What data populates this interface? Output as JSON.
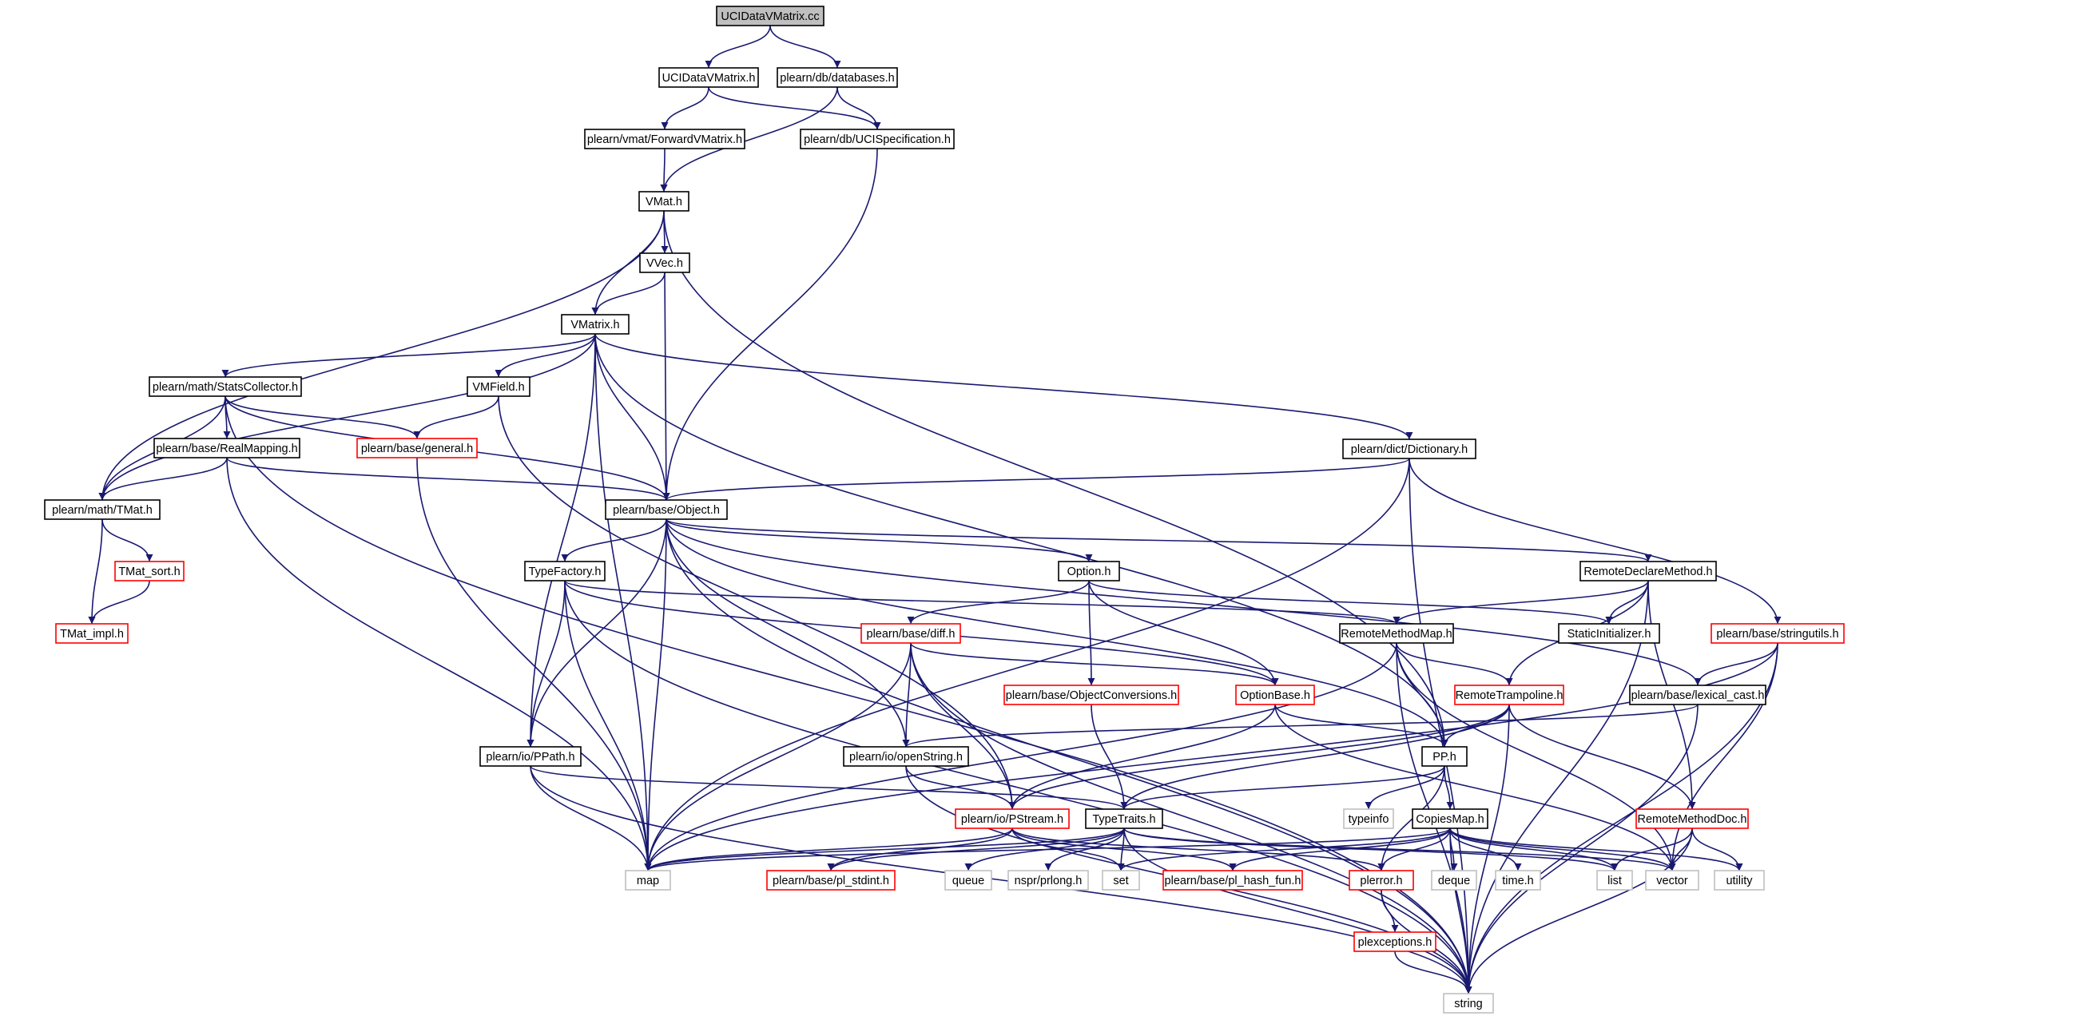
{
  "colors": {
    "edge": "#191970",
    "normal_border": "#000000",
    "truncated_border": "#ff0000",
    "external_border": "#bfbfbf",
    "root_fill": "#bfbfbf",
    "external_text": "#000000"
  },
  "graph": {
    "nodes": [
      {
        "id": "UCIDataVMatrix.cc",
        "label": "UCIDataVMatrix.cc",
        "kind": "root"
      },
      {
        "id": "UCIDataVMatrix.h",
        "label": "UCIDataVMatrix.h",
        "kind": "normal"
      },
      {
        "id": "plearn/db/databases.h",
        "label": "plearn/db/databases.h",
        "kind": "normal"
      },
      {
        "id": "plearn/vmat/ForwardVMatrix.h",
        "label": "plearn/vmat/ForwardVMatrix.h",
        "kind": "normal"
      },
      {
        "id": "plearn/db/UCISpecification.h",
        "label": "plearn/db/UCISpecification.h",
        "kind": "normal"
      },
      {
        "id": "VMat.h",
        "label": "VMat.h",
        "kind": "normal"
      },
      {
        "id": "VVec.h",
        "label": "VVec.h",
        "kind": "normal"
      },
      {
        "id": "VMatrix.h",
        "label": "VMatrix.h",
        "kind": "normal"
      },
      {
        "id": "plearn/math/StatsCollector.h",
        "label": "plearn/math/StatsCollector.h",
        "kind": "normal"
      },
      {
        "id": "VMField.h",
        "label": "VMField.h",
        "kind": "normal"
      },
      {
        "id": "plearn/base/general.h",
        "label": "plearn/base/general.h",
        "kind": "truncated"
      },
      {
        "id": "plearn/dict/Dictionary.h",
        "label": "plearn/dict/Dictionary.h",
        "kind": "normal"
      },
      {
        "id": "plearn/base/RealMapping.h",
        "label": "plearn/base/RealMapping.h",
        "kind": "normal"
      },
      {
        "id": "plearn/math/TMat.h",
        "label": "plearn/math/TMat.h",
        "kind": "normal"
      },
      {
        "id": "plearn/base/Object.h",
        "label": "plearn/base/Object.h",
        "kind": "normal"
      },
      {
        "id": "TMat_sort.h",
        "label": "TMat_sort.h",
        "kind": "truncated"
      },
      {
        "id": "TMat_impl.h",
        "label": "TMat_impl.h",
        "kind": "truncated"
      },
      {
        "id": "TypeFactory.h",
        "label": "TypeFactory.h",
        "kind": "normal"
      },
      {
        "id": "Option.h",
        "label": "Option.h",
        "kind": "normal"
      },
      {
        "id": "RemoteDeclareMethod.h",
        "label": "RemoteDeclareMethod.h",
        "kind": "normal"
      },
      {
        "id": "plearn/base/diff.h",
        "label": "plearn/base/diff.h",
        "kind": "truncated"
      },
      {
        "id": "RemoteMethodMap.h",
        "label": "RemoteMethodMap.h",
        "kind": "normal"
      },
      {
        "id": "StaticInitializer.h",
        "label": "StaticInitializer.h",
        "kind": "normal"
      },
      {
        "id": "plearn/base/stringutils.h",
        "label": "plearn/base/stringutils.h",
        "kind": "truncated"
      },
      {
        "id": "plearn/base/ObjectConversions.h",
        "label": "plearn/base/ObjectConversions.h",
        "kind": "truncated"
      },
      {
        "id": "OptionBase.h",
        "label": "OptionBase.h",
        "kind": "truncated"
      },
      {
        "id": "RemoteTrampoline.h",
        "label": "RemoteTrampoline.h",
        "kind": "truncated"
      },
      {
        "id": "plearn/base/lexical_cast.h",
        "label": "plearn/base/lexical_cast.h",
        "kind": "normal"
      },
      {
        "id": "plearn/io/PPath.h",
        "label": "plearn/io/PPath.h",
        "kind": "normal"
      },
      {
        "id": "plearn/io/openString.h",
        "label": "plearn/io/openString.h",
        "kind": "normal"
      },
      {
        "id": "PP.h",
        "label": "PP.h",
        "kind": "normal"
      },
      {
        "id": "plearn/io/PStream.h",
        "label": "plearn/io/PStream.h",
        "kind": "truncated"
      },
      {
        "id": "TypeTraits.h",
        "label": "TypeTraits.h",
        "kind": "normal"
      },
      {
        "id": "typeinfo",
        "label": "typeinfo",
        "kind": "external"
      },
      {
        "id": "CopiesMap.h",
        "label": "CopiesMap.h",
        "kind": "normal"
      },
      {
        "id": "RemoteMethodDoc.h",
        "label": "RemoteMethodDoc.h",
        "kind": "truncated"
      },
      {
        "id": "map",
        "label": "map",
        "kind": "external"
      },
      {
        "id": "plearn/base/pl_stdint.h",
        "label": "plearn/base/pl_stdint.h",
        "kind": "truncated"
      },
      {
        "id": "queue",
        "label": "queue",
        "kind": "external"
      },
      {
        "id": "nspr/prlong.h",
        "label": "nspr/prlong.h",
        "kind": "external"
      },
      {
        "id": "set",
        "label": "set",
        "kind": "external"
      },
      {
        "id": "plearn/base/pl_hash_fun.h",
        "label": "plearn/base/pl_hash_fun.h",
        "kind": "truncated"
      },
      {
        "id": "plerror.h",
        "label": "plerror.h",
        "kind": "truncated"
      },
      {
        "id": "deque",
        "label": "deque",
        "kind": "external"
      },
      {
        "id": "time.h",
        "label": "time.h",
        "kind": "external"
      },
      {
        "id": "list",
        "label": "list",
        "kind": "external"
      },
      {
        "id": "vector",
        "label": "vector",
        "kind": "external"
      },
      {
        "id": "utility",
        "label": "utility",
        "kind": "external"
      },
      {
        "id": "plexceptions.h",
        "label": "plexceptions.h",
        "kind": "truncated"
      },
      {
        "id": "string",
        "label": "string",
        "kind": "external"
      }
    ],
    "edges": [
      [
        "UCIDataVMatrix.cc",
        "UCIDataVMatrix.h"
      ],
      [
        "UCIDataVMatrix.cc",
        "plearn/db/databases.h"
      ],
      [
        "UCIDataVMatrix.h",
        "plearn/vmat/ForwardVMatrix.h"
      ],
      [
        "UCIDataVMatrix.h",
        "plearn/db/UCISpecification.h"
      ],
      [
        "plearn/db/databases.h",
        "plearn/db/UCISpecification.h"
      ],
      [
        "plearn/db/databases.h",
        "VMat.h"
      ],
      [
        "plearn/vmat/ForwardVMatrix.h",
        "VMat.h"
      ],
      [
        "plearn/db/UCISpecification.h",
        "plearn/base/Object.h"
      ],
      [
        "VMat.h",
        "VVec.h"
      ],
      [
        "VMat.h",
        "VMatrix.h"
      ],
      [
        "VMat.h",
        "plearn/math/TMat.h"
      ],
      [
        "VMat.h",
        "PP.h"
      ],
      [
        "VVec.h",
        "VMatrix.h"
      ],
      [
        "VVec.h",
        "plearn/base/Object.h"
      ],
      [
        "VMatrix.h",
        "plearn/math/StatsCollector.h"
      ],
      [
        "VMatrix.h",
        "VMField.h"
      ],
      [
        "VMatrix.h",
        "plearn/dict/Dictionary.h"
      ],
      [
        "VMatrix.h",
        "plearn/math/TMat.h"
      ],
      [
        "VMatrix.h",
        "plearn/base/Object.h"
      ],
      [
        "VMatrix.h",
        "plearn/io/PPath.h"
      ],
      [
        "VMatrix.h",
        "map"
      ],
      [
        "VMatrix.h",
        "PP.h"
      ],
      [
        "plearn/math/StatsCollector.h",
        "plearn/base/RealMapping.h"
      ],
      [
        "plearn/math/StatsCollector.h",
        "plearn/base/general.h"
      ],
      [
        "plearn/math/StatsCollector.h",
        "plearn/math/TMat.h"
      ],
      [
        "plearn/math/StatsCollector.h",
        "plearn/base/Object.h"
      ],
      [
        "plearn/math/StatsCollector.h",
        "string"
      ],
      [
        "VMField.h",
        "plearn/base/general.h"
      ],
      [
        "VMField.h",
        "plearn/io/PStream.h"
      ],
      [
        "plearn/base/general.h",
        "map"
      ],
      [
        "plearn/dict/Dictionary.h",
        "plearn/base/Object.h"
      ],
      [
        "plearn/dict/Dictionary.h",
        "plearn/base/stringutils.h"
      ],
      [
        "plearn/dict/Dictionary.h",
        "map"
      ],
      [
        "plearn/dict/Dictionary.h",
        "string"
      ],
      [
        "plearn/base/RealMapping.h",
        "plearn/math/TMat.h"
      ],
      [
        "plearn/base/RealMapping.h",
        "plearn/base/Object.h"
      ],
      [
        "plearn/base/RealMapping.h",
        "map"
      ],
      [
        "plearn/math/TMat.h",
        "TMat_sort.h"
      ],
      [
        "plearn/math/TMat.h",
        "TMat_impl.h"
      ],
      [
        "TMat_sort.h",
        "TMat_impl.h"
      ],
      [
        "plearn/base/Object.h",
        "TypeFactory.h"
      ],
      [
        "plearn/base/Object.h",
        "Option.h"
      ],
      [
        "plearn/base/Object.h",
        "RemoteDeclareMethod.h"
      ],
      [
        "plearn/base/Object.h",
        "plearn/io/PPath.h"
      ],
      [
        "plearn/base/Object.h",
        "plearn/io/openString.h"
      ],
      [
        "plearn/base/Object.h",
        "map"
      ],
      [
        "plearn/base/Object.h",
        "PP.h"
      ],
      [
        "plearn/base/Object.h",
        "plearn/base/lexical_cast.h"
      ],
      [
        "plearn/base/Object.h",
        "string"
      ],
      [
        "TypeFactory.h",
        "plearn/io/PPath.h"
      ],
      [
        "TypeFactory.h",
        "OptionBase.h"
      ],
      [
        "TypeFactory.h",
        "RemoteMethodMap.h"
      ],
      [
        "TypeFactory.h",
        "map"
      ],
      [
        "TypeFactory.h",
        "string"
      ],
      [
        "Option.h",
        "plearn/base/diff.h"
      ],
      [
        "Option.h",
        "plearn/base/ObjectConversions.h"
      ],
      [
        "Option.h",
        "OptionBase.h"
      ],
      [
        "Option.h",
        "StaticInitializer.h"
      ],
      [
        "RemoteDeclareMethod.h",
        "RemoteMethodMap.h"
      ],
      [
        "RemoteDeclareMethod.h",
        "StaticInitializer.h"
      ],
      [
        "RemoteDeclareMethod.h",
        "RemoteTrampoline.h"
      ],
      [
        "RemoteDeclareMethod.h",
        "RemoteMethodDoc.h"
      ],
      [
        "RemoteDeclareMethod.h",
        "string"
      ],
      [
        "plearn/base/diff.h",
        "OptionBase.h"
      ],
      [
        "plearn/base/diff.h",
        "plearn/io/openString.h"
      ],
      [
        "plearn/base/diff.h",
        "plearn/io/PStream.h"
      ],
      [
        "plearn/base/diff.h",
        "map"
      ],
      [
        "plearn/base/diff.h",
        "string"
      ],
      [
        "RemoteMethodMap.h",
        "RemoteTrampoline.h"
      ],
      [
        "RemoteMethodMap.h",
        "PP.h"
      ],
      [
        "RemoteMethodMap.h",
        "map"
      ],
      [
        "RemoteMethodMap.h",
        "vector"
      ],
      [
        "RemoteMethodMap.h",
        "string"
      ],
      [
        "plearn/base/stringutils.h",
        "plearn/base/lexical_cast.h"
      ],
      [
        "plearn/base/stringutils.h",
        "map"
      ],
      [
        "plearn/base/stringutils.h",
        "vector"
      ],
      [
        "plearn/base/stringutils.h",
        "string"
      ],
      [
        "plearn/base/ObjectConversions.h",
        "TypeTraits.h"
      ],
      [
        "OptionBase.h",
        "PP.h"
      ],
      [
        "OptionBase.h",
        "plearn/io/PStream.h"
      ],
      [
        "OptionBase.h",
        "vector"
      ],
      [
        "RemoteTrampoline.h",
        "PP.h"
      ],
      [
        "RemoteTrampoline.h",
        "plearn/io/PStream.h"
      ],
      [
        "RemoteTrampoline.h",
        "TypeTraits.h"
      ],
      [
        "RemoteTrampoline.h",
        "RemoteMethodDoc.h"
      ],
      [
        "RemoteTrampoline.h",
        "string"
      ],
      [
        "plearn/base/lexical_cast.h",
        "plearn/io/openString.h"
      ],
      [
        "plearn/base/lexical_cast.h",
        "string"
      ],
      [
        "plearn/io/PPath.h",
        "TypeTraits.h"
      ],
      [
        "plearn/io/PPath.h",
        "map"
      ],
      [
        "plearn/io/PPath.h",
        "string"
      ],
      [
        "plearn/io/openString.h",
        "plearn/io/PStream.h"
      ],
      [
        "plearn/io/openString.h",
        "string"
      ],
      [
        "PP.h",
        "typeinfo"
      ],
      [
        "PP.h",
        "CopiesMap.h"
      ],
      [
        "PP.h",
        "TypeTraits.h"
      ],
      [
        "PP.h",
        "plerror.h"
      ],
      [
        "plearn/io/PStream.h",
        "plearn/base/pl_stdint.h"
      ],
      [
        "plearn/io/PStream.h",
        "set"
      ],
      [
        "plearn/io/PStream.h",
        "plearn/base/pl_hash_fun.h"
      ],
      [
        "plearn/io/PStream.h",
        "plerror.h"
      ],
      [
        "plearn/io/PStream.h",
        "map"
      ],
      [
        "TypeTraits.h",
        "map"
      ],
      [
        "TypeTraits.h",
        "plearn/base/pl_stdint.h"
      ],
      [
        "TypeTraits.h",
        "queue"
      ],
      [
        "TypeTraits.h",
        "nspr/prlong.h"
      ],
      [
        "TypeTraits.h",
        "set"
      ],
      [
        "TypeTraits.h",
        "list"
      ],
      [
        "TypeTraits.h",
        "vector"
      ],
      [
        "TypeTraits.h",
        "string"
      ],
      [
        "CopiesMap.h",
        "map"
      ],
      [
        "CopiesMap.h",
        "set"
      ],
      [
        "CopiesMap.h",
        "plearn/base/pl_hash_fun.h"
      ],
      [
        "CopiesMap.h",
        "plerror.h"
      ],
      [
        "CopiesMap.h",
        "deque"
      ],
      [
        "CopiesMap.h",
        "time.h"
      ],
      [
        "CopiesMap.h",
        "list"
      ],
      [
        "CopiesMap.h",
        "vector"
      ],
      [
        "CopiesMap.h",
        "utility"
      ],
      [
        "CopiesMap.h",
        "string"
      ],
      [
        "RemoteMethodDoc.h",
        "list"
      ],
      [
        "RemoteMethodDoc.h",
        "vector"
      ],
      [
        "RemoteMethodDoc.h",
        "utility"
      ],
      [
        "RemoteMethodDoc.h",
        "string"
      ],
      [
        "plerror.h",
        "plexceptions.h"
      ],
      [
        "plerror.h",
        "string"
      ],
      [
        "plexceptions.h",
        "string"
      ]
    ]
  }
}
